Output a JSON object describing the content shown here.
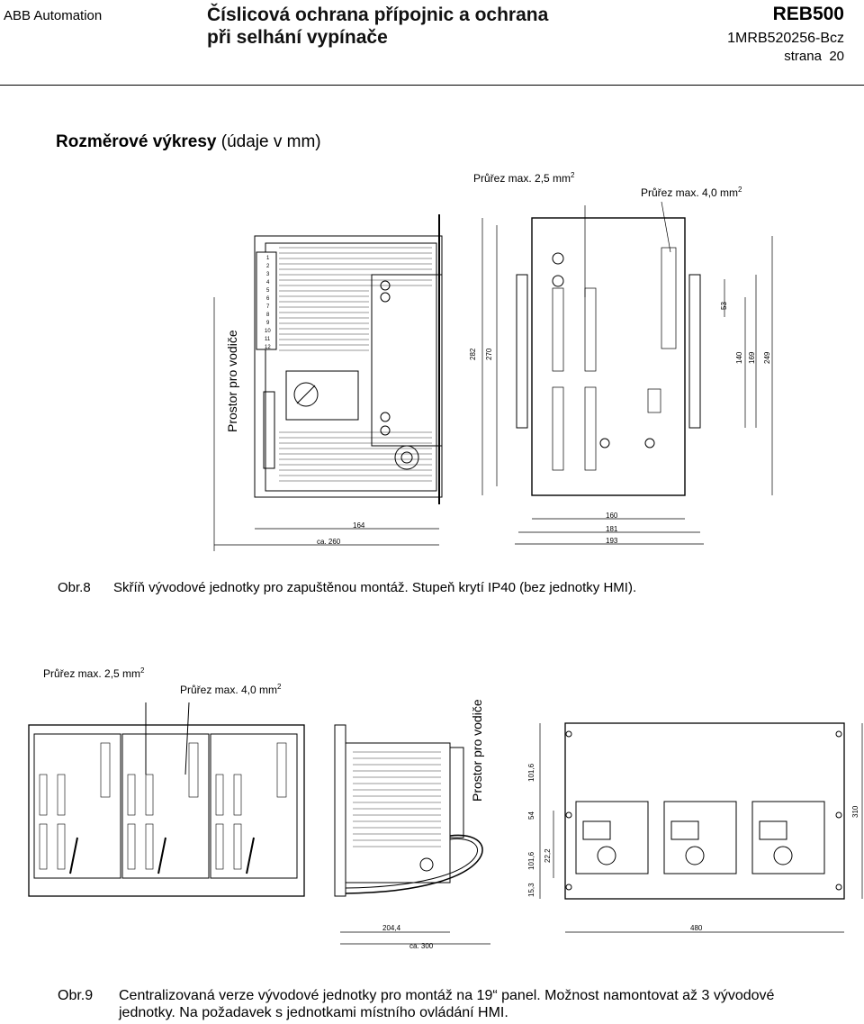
{
  "header": {
    "company": "ABB Automation",
    "title_line1": "Číslicová ochrana přípojnic a ochrana",
    "title_line2": "při selhání vypínače",
    "product": "REB500",
    "doc_id": "1MRB520256-Bcz",
    "page_label": "strana",
    "page_number": "20"
  },
  "section": {
    "title_bold": "Rozměrové výkresy",
    "title_rest": " (údaje v mm)"
  },
  "figure8": {
    "label_cross_2_5": "Průřez max. 2,5 mm",
    "label_cross_4_0": "Průřez max. 4,0 mm",
    "sup": "2",
    "label_conductor_space": "Prostor pro vodiče",
    "dims": [
      "164",
      "ca. 260",
      "160",
      "181",
      "193",
      "282",
      "270",
      "140",
      "169",
      "249",
      "53"
    ],
    "caption_num": "Obr.8",
    "caption_text": "Skříň vývodové jednotky pro zapuštěnou montáž. Stupeň krytí IP40 (bez jednotky HMI)."
  },
  "figure9": {
    "label_cross_2_5": "Průřez max. 2,5 mm",
    "label_cross_4_0": "Průřez max. 4,0 mm",
    "sup": "2",
    "label_conductor_space": "Prostor pro vodiče",
    "dims": [
      "204,4",
      "ca. 300",
      "480",
      "101,6",
      "54",
      "101,6",
      "15,3",
      "22,2",
      "310"
    ],
    "caption_num": "Obr.9",
    "caption_line1": "Centralizovaná verze vývodové jednotky pro montáž na 19“ panel. Možnost namontovat až 3 vývodové",
    "caption_line2": "jednotky. Na požadavek s jednotkami místního ovládání HMI."
  }
}
